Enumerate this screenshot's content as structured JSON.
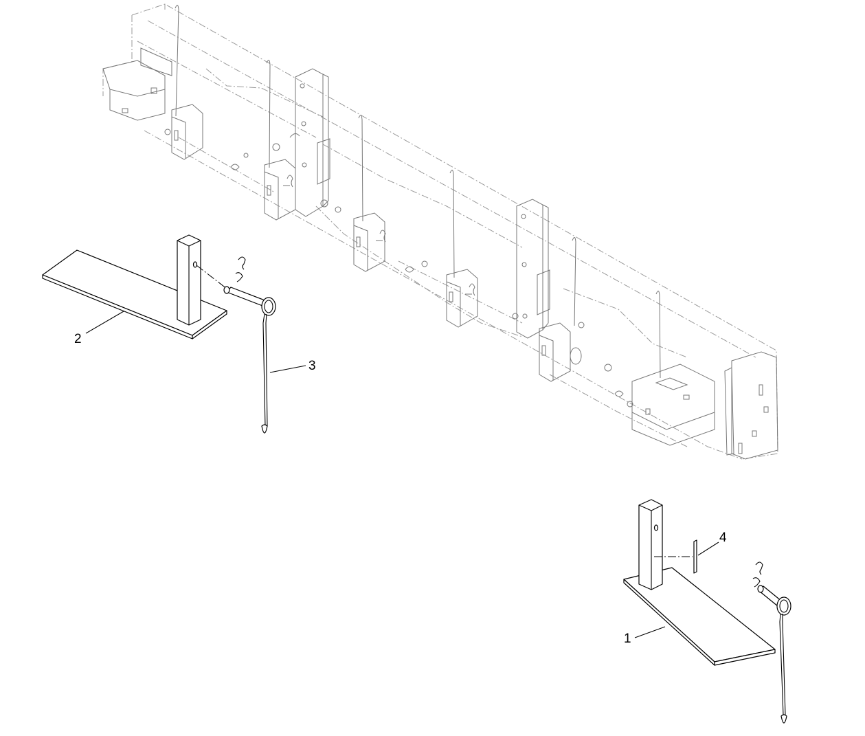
{
  "callouts": {
    "c1": "1",
    "c2": "2",
    "c3": "3",
    "c4": "4"
  },
  "icons": {
    "frame": "toolbar-frame-phantom",
    "stand_left": "stand-plate-left",
    "stand_right": "stand-plate-right",
    "pin_left": "lanyard-pin-left",
    "pin_right": "lanyard-pin-right",
    "decal": "decal-strip"
  }
}
